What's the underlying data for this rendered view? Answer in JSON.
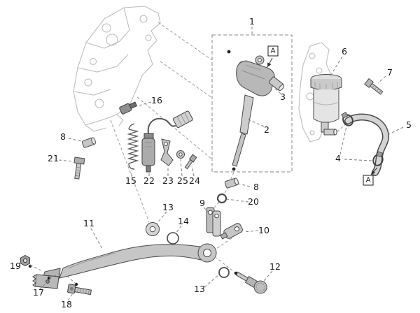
{
  "diagram": {
    "labels": {
      "n1": "1",
      "n2": "2",
      "n3": "3",
      "n4": "4",
      "n5": "5",
      "n6": "6",
      "n7": "7",
      "n8_left": "8",
      "n8_center": "8",
      "n9": "9",
      "n10": "10",
      "n11": "11",
      "n12": "12",
      "n13_top": "13",
      "n13_bottom": "13",
      "n14": "14",
      "n15": "15",
      "n16": "16",
      "n17": "17",
      "n18": "18",
      "n19": "19",
      "n20": "20",
      "n21": "21",
      "n22": "22",
      "n23": "23",
      "n24": "24",
      "n25": "25"
    },
    "detail_refs": {
      "top": "A",
      "bottom": "A"
    },
    "colors": {
      "background": "#ffffff",
      "part_outline": "#4a4a4a",
      "part_fill": "#c6c6c6",
      "ghost_outline": "#bdbdbd",
      "leader_line": "#808080",
      "label_text": "#1a1a1a"
    }
  }
}
